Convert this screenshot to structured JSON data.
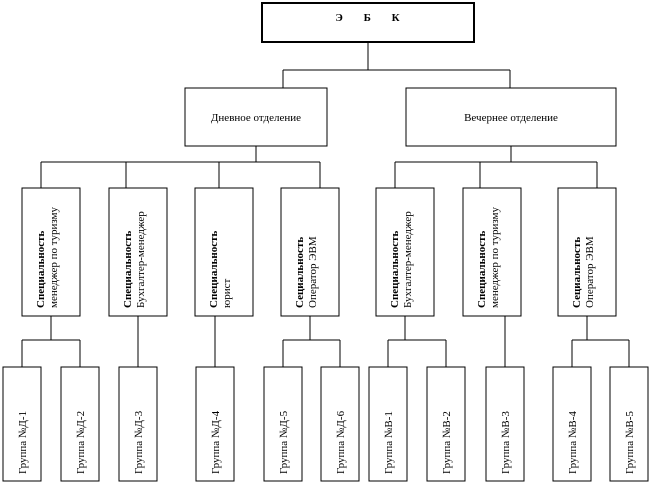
{
  "root": {
    "label": "Э Б К"
  },
  "departments": [
    {
      "label": "Дневное отделение",
      "specialties": [
        {
          "title": "Специальность",
          "name": "менеджер по туризму",
          "groups": [
            "Группа №Д-1",
            "Группа №Д-2"
          ]
        },
        {
          "title": "Специальность",
          "name": "Бухгалтер-менеджер",
          "groups": [
            "Группа №Д-3"
          ]
        },
        {
          "title": "Специальность",
          "name": "юрист",
          "groups": [
            "Группа №Д-4"
          ]
        },
        {
          "title": "Сециальность",
          "name": "Оператор ЭВМ",
          "groups": [
            "Группа №Д-5",
            "Группа №Д-6"
          ]
        }
      ]
    },
    {
      "label": "Вечернее отделение",
      "specialties": [
        {
          "title": "Специальность",
          "name": "Бухгалтер-менеджер",
          "groups": [
            "Группа №В-1",
            "Группа №В-2"
          ]
        },
        {
          "title": "Специальность",
          "name": "менеджер по туризму",
          "groups": [
            "Группа №В-3"
          ]
        },
        {
          "title": "Сециальность",
          "name": "Оператор ЭВМ",
          "groups": [
            "Группа №В-4",
            "Группа №В-5"
          ]
        }
      ]
    }
  ]
}
